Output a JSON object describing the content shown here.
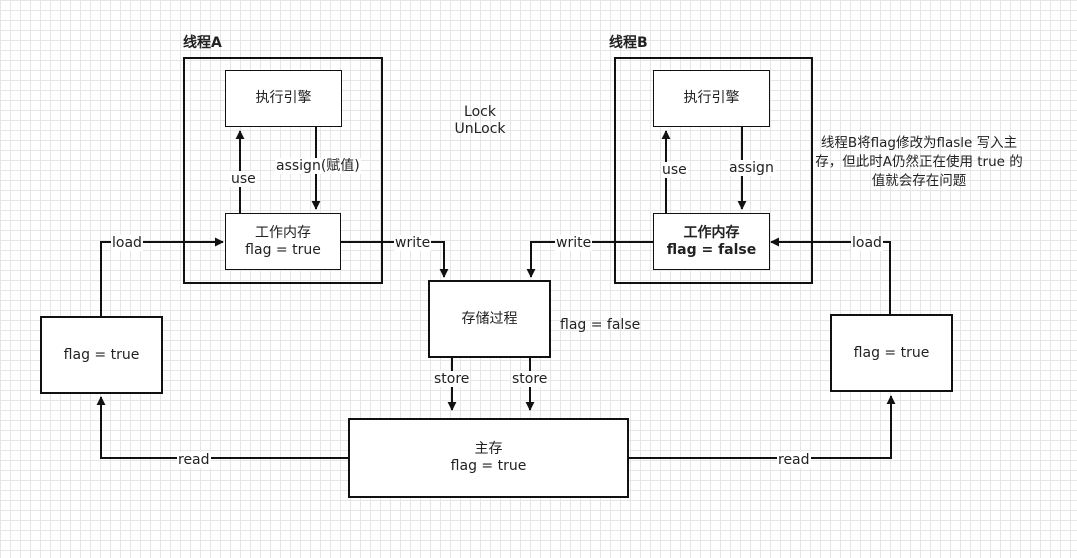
{
  "thread_a": {
    "title": "线程A",
    "engine": "执行引擎",
    "work_mem_title": "工作内存",
    "work_mem_value": "flag = true",
    "use_label": "use",
    "assign_label": "assign(赋值)"
  },
  "thread_b": {
    "title": "线程B",
    "engine": "执行引擎",
    "work_mem_title": "工作内存",
    "work_mem_value": "flag = false",
    "use_label": "use",
    "assign_label": "assign"
  },
  "lock": {
    "line1": "Lock",
    "line2": "UnLock"
  },
  "note": "线程B将flag修改为flasle 写入主存，但此时A仍然正在使用 true 的值就会存在问题",
  "store_process": {
    "label": "存储过程",
    "side_value": "flag = false"
  },
  "main_memory": {
    "title": "主存",
    "value": "flag = true"
  },
  "left_flag": "flag = true",
  "right_flag": "flag = true",
  "edges": {
    "load_left": "load",
    "load_right": "load",
    "write_left": "write",
    "write_right": "write",
    "store_left": "store",
    "store_right": "store",
    "read_left": "read",
    "read_right": "read"
  }
}
